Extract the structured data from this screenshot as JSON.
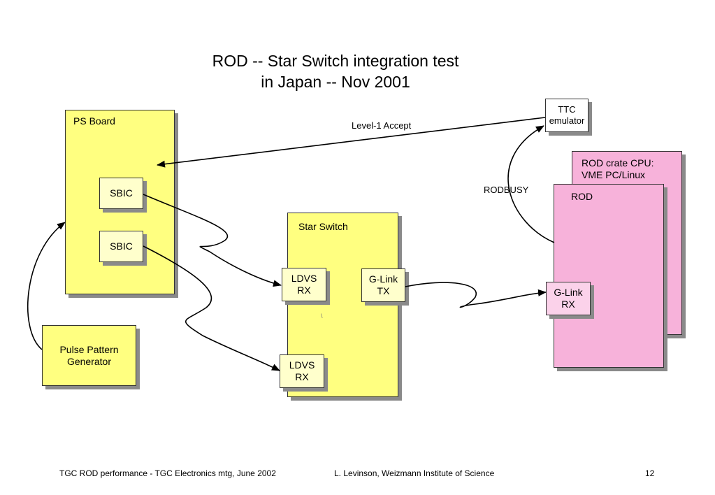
{
  "title": {
    "line1": "ROD -- Star Switch integration test",
    "line2": "in Japan -- Nov 2001"
  },
  "ps_board": {
    "label": "PS Board",
    "sbic1": "SBIC",
    "sbic2": "SBIC"
  },
  "pulse_generator": {
    "line1": "Pulse Pattern",
    "line2": "Generator"
  },
  "star_switch": {
    "label": "Star Switch",
    "ldvs1": {
      "line1": "LDVS",
      "line2": "RX"
    },
    "ldvs2": {
      "line1": "LDVS",
      "line2": "RX"
    },
    "glink_tx": {
      "line1": "G-Link",
      "line2": "TX"
    }
  },
  "ttc": {
    "line1": "TTC",
    "line2": "emulator"
  },
  "rod_crate": {
    "line1": "ROD crate CPU:",
    "line2": "VME PC/Linux"
  },
  "rod": {
    "label": "ROD",
    "glink_rx": {
      "line1": "G-Link",
      "line2": "RX"
    }
  },
  "labels": {
    "level1": "Level-1 Accept",
    "rodbusy": "RODBUSY",
    "stray_mark": "\\"
  },
  "footer": {
    "left": "TGC ROD performance - TGC Electronics  mtg, June 2002",
    "center": "L. Levinson, Weizmann Institute of Science",
    "page": "12"
  }
}
